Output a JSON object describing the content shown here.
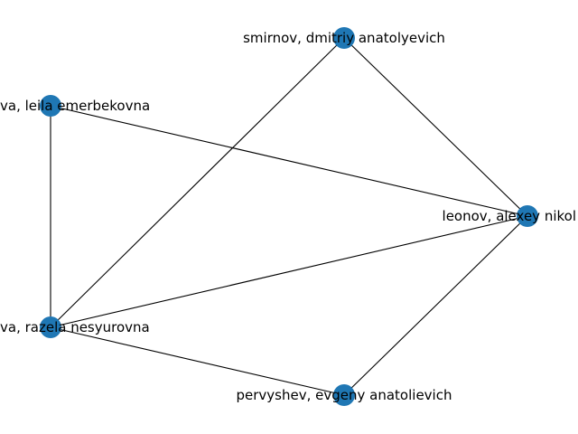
{
  "graph": {
    "node_color": "#1f77b4",
    "edge_color": "#000000",
    "nodes": [
      {
        "id": "smirnov",
        "label": "smirnov, dmitriy anatolyevich"
      },
      {
        "id": "leila",
        "label": "va, leila emerbekovna"
      },
      {
        "id": "leonov",
        "label": "leonov, alexey nikol"
      },
      {
        "id": "razela",
        "label": "va, razela nesyurovna"
      },
      {
        "id": "pervyshev",
        "label": "pervyshev, evgeny anatolievich"
      }
    ],
    "edges": [
      {
        "source": "smirnov",
        "target": "leonov"
      },
      {
        "source": "smirnov",
        "target": "razela"
      },
      {
        "source": "leila",
        "target": "leonov"
      },
      {
        "source": "leila",
        "target": "razela"
      },
      {
        "source": "razela",
        "target": "leonov"
      },
      {
        "source": "razela",
        "target": "pervyshev"
      },
      {
        "source": "pervyshev",
        "target": "leonov"
      }
    ]
  }
}
